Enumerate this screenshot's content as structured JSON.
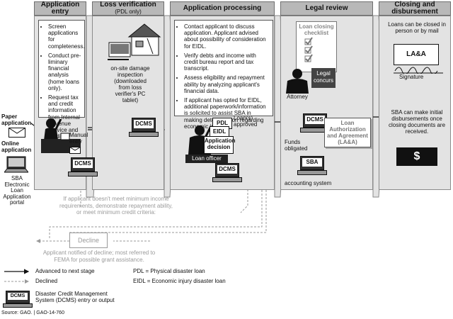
{
  "headers": {
    "application_entry": "Application entry",
    "loss_verification": "Loss verification",
    "loss_verification_sub": "(PDL only)",
    "application_processing": "Application processing",
    "legal_review": "Legal review",
    "closing_line1": "Closing and",
    "closing_line2": "disbursement"
  },
  "application_entry": {
    "items": [
      "Screen applications for completeness.",
      "Conduct pre-liminary financial analysis (home loans only).",
      "Request tax and credit information from Internal Revenue Service and credit bureau."
    ],
    "paper_application": "Paper application",
    "online_application": "Online application",
    "manual_entry": "Manual entry",
    "portal": "SBA Electronic Loan Application portal"
  },
  "loss_verification": {
    "inspection_text": "on-site damage inspection (downloaded from loss verifier's PC tablet)"
  },
  "application_processing": {
    "items": [
      "Contact applicant to discuss application. Applicant advised about possibility of consideration for EIDL.",
      "Verify debts and income with credit bureau report and tax transcript.",
      "Assess eligibility and repayment ability by analyzing applicant's financial data.",
      "If applicant has opted for EIDL, additional paperwork/information is solicited to assist SBA in making determination regarding economic injury."
    ],
    "doc_pdl": "PDL",
    "doc_eidl": "EIDL",
    "doc_decision": "Application decision",
    "loan_officer": "Loan officer",
    "loans_approved": "Loan(s) approved"
  },
  "legal_review": {
    "checklist_title": "Loan closing checklist",
    "legal_concurs": "Legal concurs",
    "attorney": "Attorney",
    "laa_doc": "Loan Authorization and Agreement (LA&A)",
    "funds_obligated": "Funds obligated",
    "sba": "SBA",
    "accounting_system": "accounting system"
  },
  "closing": {
    "loans_closed": "Loans can be closed in person or by mail",
    "laa": "LA&A",
    "signature": "Signature",
    "initial_disbursements": "SBA can make initial disbursements once closing documents are received.",
    "dollar": "$"
  },
  "decline": {
    "criteria": "If applicant doesn't meet minimum income requirements, demonstrate repayment ability, or meet minimum credit criteria:",
    "label": "Decline",
    "notified": "Applicant notified of decline; most referred to FEMA for possible grant assistance."
  },
  "dcms_label": "DCMS",
  "legend": {
    "advanced": "Advanced to next stage",
    "declined": "Declined",
    "dcms_desc": "Disaster Credit Management System (DCMS) entry or output",
    "pdl_def": "PDL = Physical disaster loan",
    "eidl_def": "EIDL = Economic injury disaster loan"
  },
  "source": "Source: GAO.  |  GAO-14-760"
}
